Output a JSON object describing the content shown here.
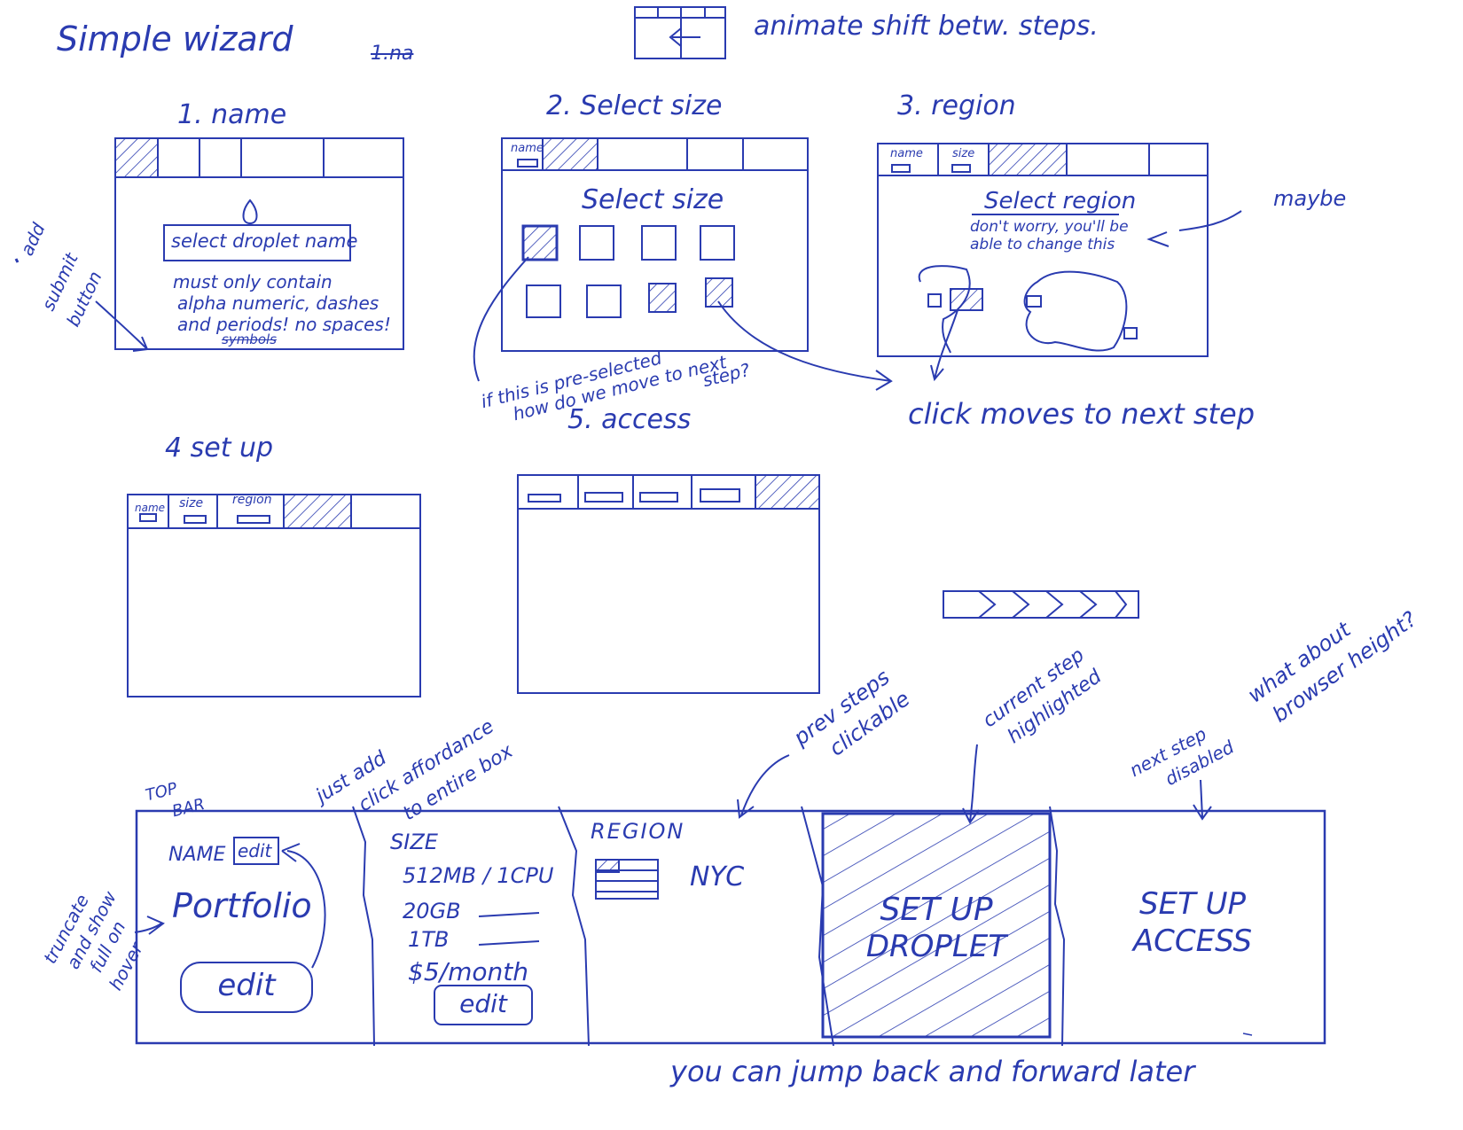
{
  "title": "Simple wizard",
  "struck_note": "1.na",
  "animate_note": "animate shift betw. steps.",
  "steps": {
    "s1": {
      "heading": "1. name",
      "input_label": "select droplet name",
      "hint": [
        "must only contain",
        "alpha numeric, dashes",
        "and periods! no spaces!"
      ],
      "struck_word": "symbols",
      "side_note": [
        "add",
        "submit",
        "button"
      ]
    },
    "s2": {
      "heading": "2. Select size",
      "tab_name": "name",
      "body_title": "Select size",
      "note": [
        "if this is pre-selected",
        "how do we move to next",
        "step?"
      ]
    },
    "s3": {
      "heading": "3. region",
      "tab_name": "name",
      "tab_size": "size",
      "body_title": "Select region",
      "body_hint": [
        "don't worry, you'll be",
        "able to change this"
      ],
      "maybe": "maybe",
      "click_note": "click moves to next step"
    },
    "s4": {
      "heading": "4 set up",
      "tabs": [
        "name",
        "size",
        "region"
      ]
    },
    "s5": {
      "heading": "5. access"
    }
  },
  "notes": {
    "top_bar": [
      "TOP",
      "BAR"
    ],
    "affordance": [
      "just add",
      "click affordance",
      "to entire box"
    ],
    "prev": [
      "prev steps",
      "clickable"
    ],
    "current": [
      "current step",
      "highlighted"
    ],
    "browser": [
      "what about",
      "browser height?"
    ],
    "next": [
      "next step",
      "disabled"
    ],
    "truncate": [
      "truncate",
      "and show",
      "full on",
      "hover"
    ],
    "jump": "you can jump back and forward later"
  },
  "topbar": {
    "name": {
      "label": "NAME",
      "edit_small": "edit",
      "value": "Portfolio",
      "edit": "edit"
    },
    "size": {
      "label": "SIZE",
      "lines": [
        "512MB / 1CPU",
        "20GB",
        "1TB",
        "$5/month"
      ],
      "edit": "edit"
    },
    "region": {
      "label": "REGION",
      "value": "NYC"
    },
    "setup": {
      "label": [
        "SET UP",
        "DROPLET"
      ]
    },
    "access": {
      "label": [
        "SET UP",
        "ACCESS"
      ]
    }
  }
}
